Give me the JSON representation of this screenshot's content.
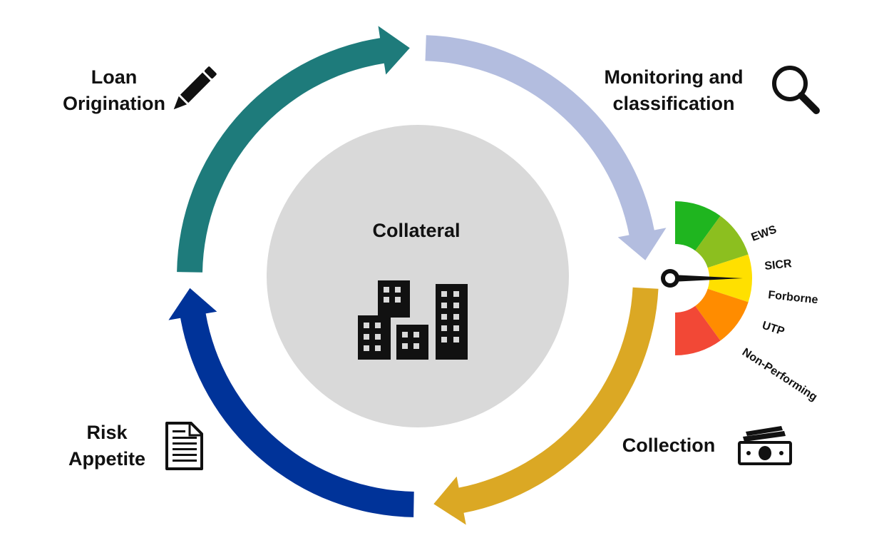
{
  "center": {
    "label": "Collateral",
    "icon": "buildings-icon"
  },
  "stages": [
    {
      "id": "loan-origination",
      "lines": [
        "Loan",
        "Origination"
      ],
      "icon": "pencil-icon",
      "color": "#1e7b7b"
    },
    {
      "id": "monitoring",
      "lines": [
        "Monitoring and",
        "classification"
      ],
      "icon": "magnifier-icon",
      "color": "#b3bddf"
    },
    {
      "id": "collection",
      "lines": [
        "Collection"
      ],
      "icon": "money-icon",
      "color": "#dba824"
    },
    {
      "id": "risk-appetite",
      "lines": [
        "Risk",
        "Appetite"
      ],
      "icon": "document-icon",
      "color": "#003399"
    }
  ],
  "gauge": {
    "segments": [
      {
        "label": "EWS",
        "color": "#1fb51f"
      },
      {
        "label": "SICR",
        "color": "#8cbf1f"
      },
      {
        "label": "Forborne",
        "color": "#ffe000"
      },
      {
        "label": "UTP",
        "color": "#ff8c00"
      },
      {
        "label": "Non-Performing",
        "color": "#f24836"
      }
    ],
    "needle_points_to": "Forborne"
  }
}
